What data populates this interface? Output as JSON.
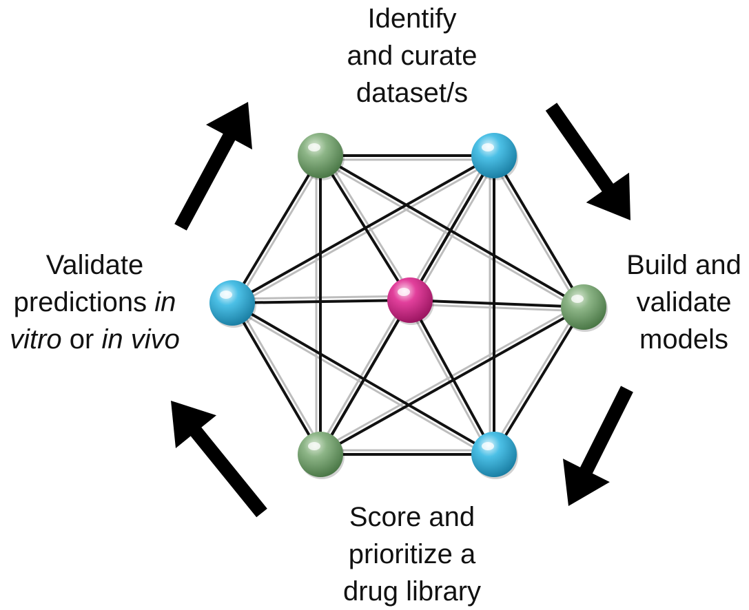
{
  "steps": {
    "top": {
      "lines": [
        "Identify",
        "and curate",
        "dataset/s"
      ]
    },
    "right": {
      "lines": [
        "Build and",
        "validate",
        "models"
      ]
    },
    "bottom": {
      "lines": [
        "Score and",
        "prioritize a",
        "drug library"
      ]
    },
    "left": {
      "line1": "Validate",
      "line2_text": "predictions ",
      "line2_italic": "in",
      "line3_italic_a": "vitro",
      "line3_text": " or ",
      "line3_italic_b": "in vivo"
    }
  },
  "cycle_arrows": [
    "arrow-top-to-right",
    "arrow-right-to-bottom",
    "arrow-bottom-to-left",
    "arrow-left-to-top"
  ],
  "network": {
    "nodes": [
      {
        "id": "top-left",
        "color": "green"
      },
      {
        "id": "top-right",
        "color": "blue"
      },
      {
        "id": "right",
        "color": "green"
      },
      {
        "id": "bottom-right",
        "color": "blue"
      },
      {
        "id": "bottom-left",
        "color": "green"
      },
      {
        "id": "left",
        "color": "blue"
      },
      {
        "id": "center",
        "color": "magenta"
      }
    ],
    "edges": [
      {
        "from": "top-left",
        "to": "top-right"
      },
      {
        "from": "top-right",
        "to": "right"
      },
      {
        "from": "right",
        "to": "bottom-right"
      },
      {
        "from": "bottom-right",
        "to": "bottom-left"
      },
      {
        "from": "bottom-left",
        "to": "left"
      },
      {
        "from": "left",
        "to": "top-left"
      },
      {
        "from": "top-left",
        "to": "bottom-left"
      },
      {
        "from": "top-right",
        "to": "bottom-right"
      },
      {
        "from": "top-left",
        "to": "right"
      },
      {
        "from": "top-right",
        "to": "bottom-left"
      },
      {
        "from": "left",
        "to": "bottom-right"
      },
      {
        "from": "left",
        "to": "top-right"
      },
      {
        "from": "right",
        "to": "bottom-left"
      },
      {
        "from": "center",
        "to": "top-left"
      },
      {
        "from": "center",
        "to": "top-right"
      },
      {
        "from": "center",
        "to": "right"
      },
      {
        "from": "center",
        "to": "bottom-right"
      },
      {
        "from": "center",
        "to": "bottom-left"
      },
      {
        "from": "center",
        "to": "left"
      }
    ]
  },
  "colors": {
    "green": "#6f9a6a",
    "blue": "#2fa4cc",
    "magenta": "#c9247e",
    "edge": "#111111",
    "edge_shadow": "#bdbdbd",
    "arrow": "#000000"
  }
}
